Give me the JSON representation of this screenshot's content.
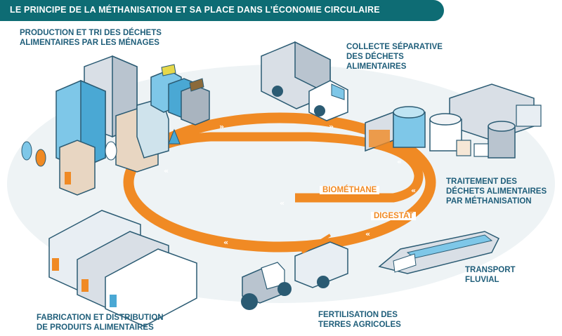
{
  "title": "LE PRINCIPE DE LA MÉTHANISATION ET SA PLACE DANS L’ÉCONOMIE CIRCULAIRE",
  "colors": {
    "banner": "#0e6c74",
    "accent": "#f08a24",
    "label_text": "#1f5e7a"
  },
  "stages": {
    "production": {
      "label": "PRODUCTION ET TRI DES DÉCHETS\nALIMENTAIRES PAR LES MÉNAGES",
      "icon": "houses-and-bins-icon"
    },
    "collecte": {
      "label": "COLLECTE SÉPARATIVE\nDES DÉCHETS\nALIMENTAIRES",
      "icon": "garbage-truck-icon"
    },
    "traitement": {
      "label": "TRAITEMENT DES\nDÉCHETS ALIMENTAIRES\nPAR MÉTHANISATION",
      "icon": "methanisation-plant-icon"
    },
    "transport": {
      "label": "TRANSPORT\nFLUVIAL",
      "icon": "barge-icon"
    },
    "fertilisation": {
      "label": "FERTILISATION DES\nTERRES AGRICOLES",
      "icon": "tractor-icon"
    },
    "fabrication": {
      "label": "FABRICATION ET DISTRIBUTION\nDE PRODUITS ALIMENTAIRES",
      "icon": "factory-icon"
    }
  },
  "flows": {
    "biomethane": "BIOMÉTHANE",
    "digestat": "DIGESTAT"
  }
}
